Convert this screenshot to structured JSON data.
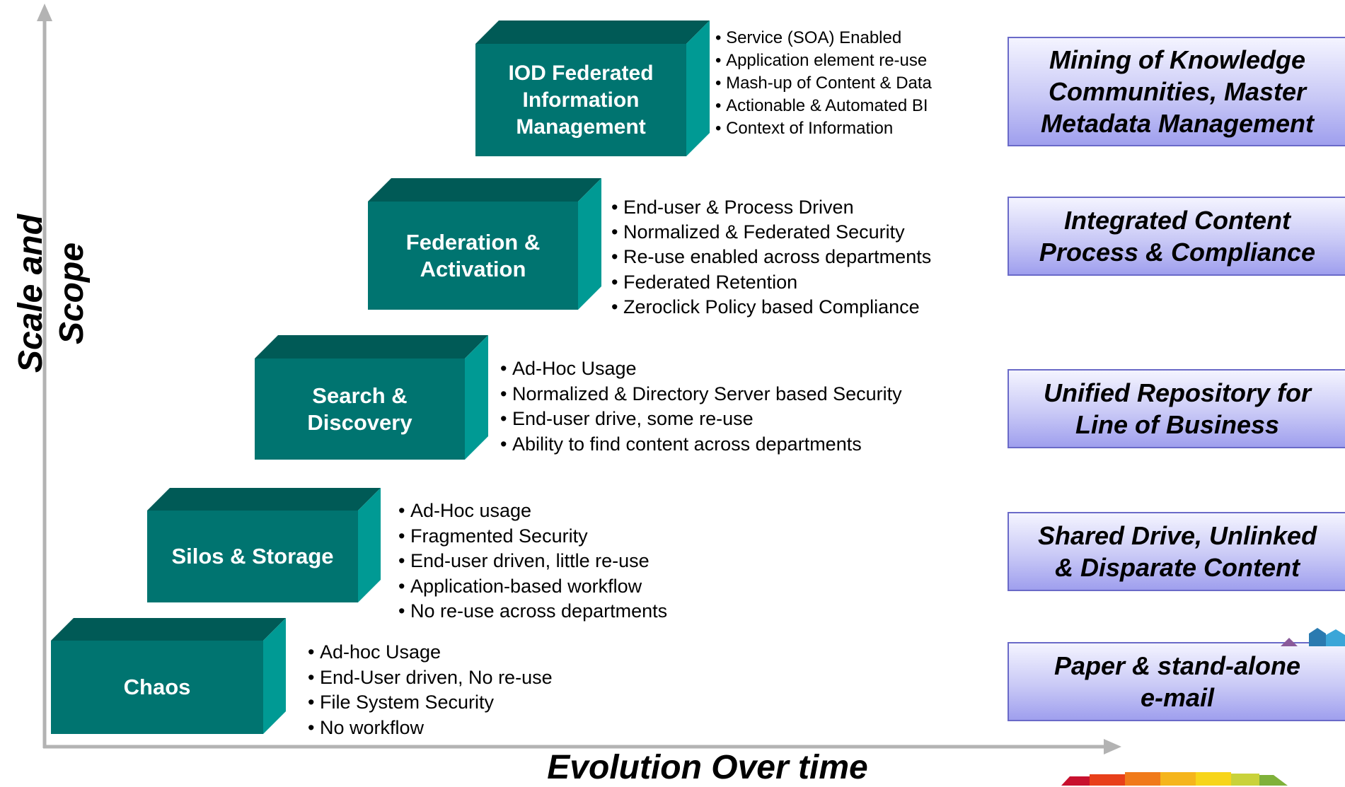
{
  "axes": {
    "y_label": "Scale and\nScope",
    "x_label": "Evolution Over time"
  },
  "stages": [
    {
      "title": "Chaos",
      "bullets": [
        "Ad-hoc Usage",
        "End-User driven, No re-use",
        "File System Security",
        "No workflow"
      ]
    },
    {
      "title": "Silos & Storage",
      "bullets": [
        "Ad-Hoc usage",
        "Fragmented Security",
        "End-user driven, little re-use",
        "Application-based workflow",
        "No re-use across departments"
      ]
    },
    {
      "title": "Search &\nDiscovery",
      "bullets": [
        "Ad-Hoc Usage",
        "Normalized & Directory Server based Security",
        "End-user drive, some re-use",
        "Ability to find content across departments"
      ]
    },
    {
      "title": "Federation &\nActivation",
      "bullets": [
        "End-user & Process Driven",
        "Normalized & Federated Security",
        "Re-use enabled across departments",
        "Federated Retention",
        "Zeroclick Policy based Compliance"
      ]
    },
    {
      "title": "IOD Federated\nInformation\nManagement",
      "bullets": [
        "Service (SOA) Enabled",
        "Application element re-use",
        "Mash-up of Content & Data",
        "Actionable & Automated BI",
        "Context of Information"
      ]
    }
  ],
  "levels": [
    "Paper & stand-alone\ne-mail",
    "Shared Drive, Unlinked\n& Disparate Content",
    "Unified Repository for\nLine of Business",
    "Integrated Content\nProcess &  Compliance",
    "Mining of Knowledge\nCommunities, Master\nMetadata Management"
  ],
  "colors": {
    "box_front": "#007470",
    "box_top": "#005a56",
    "box_side": "#009a94",
    "axis": "#b3b3b3",
    "level_border": "#6a6ac8"
  }
}
